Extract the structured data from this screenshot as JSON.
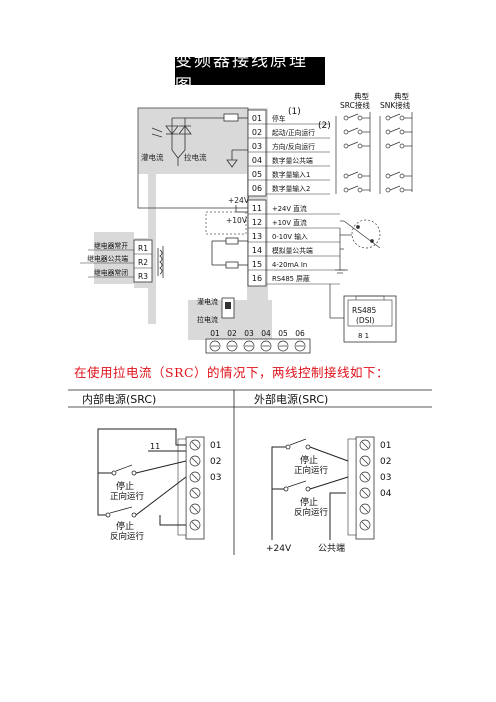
{
  "title": "变频器接线原理图",
  "top": {
    "src_header": [
      "典型",
      "SRC接线"
    ],
    "snk_header": [
      "典型",
      "SNK接线"
    ],
    "note1": "(1)",
    "note2": "(2)",
    "sink_label": "灌电流",
    "source_label": "拉电流",
    "plus24": "+24V",
    "plus10": "+10V",
    "terminals": [
      {
        "num": "01",
        "desc": "停车"
      },
      {
        "num": "02",
        "desc": "起动/正向运行"
      },
      {
        "num": "03",
        "desc": "方向/反向运行"
      },
      {
        "num": "04",
        "desc": "数字量公共端"
      },
      {
        "num": "05",
        "desc": "数字量输入1"
      },
      {
        "num": "06",
        "desc": "数字量输入2"
      },
      {
        "num": "11",
        "desc": "+24V 直流"
      },
      {
        "num": "12",
        "desc": "+10V 直流"
      },
      {
        "num": "13",
        "desc": "0-10V 输入"
      },
      {
        "num": "14",
        "desc": "模拟量公共端"
      },
      {
        "num": "15",
        "desc": "4-20mA In"
      },
      {
        "num": "16",
        "desc": "RS485 屏蔽"
      }
    ],
    "relays": [
      {
        "label": "继电器常开",
        "term": "R1"
      },
      {
        "label": "继电器公共端",
        "term": "R2"
      },
      {
        "label": "继电器常闭",
        "term": "R3"
      }
    ],
    "switch_sink": "灌电流",
    "switch_source": "拉电流",
    "rs485": [
      "RS485",
      "(DSI)"
    ],
    "rs485_pins": "8   1",
    "bottom_terms": [
      "01",
      "02",
      "03",
      "04",
      "05",
      "06"
    ]
  },
  "subtitle": "在使用拉电流（SRC）的情况下，两线控制接线如下：",
  "bottom": {
    "left_header": "内部电源(SRC)",
    "right_header": "外部电源(SRC)",
    "left_tag11": "11",
    "left_terms": [
      "01",
      "02",
      "03"
    ],
    "right_terms": [
      "01",
      "02",
      "03",
      "04"
    ],
    "stop": "停止",
    "forward": "正向运行",
    "reverse": "反向运行",
    "plus24": "+24V",
    "common": "公共端"
  },
  "colors": {
    "title_bg": "#000000",
    "subtitle": "#e0101a",
    "shade": "#d9d9d9"
  }
}
